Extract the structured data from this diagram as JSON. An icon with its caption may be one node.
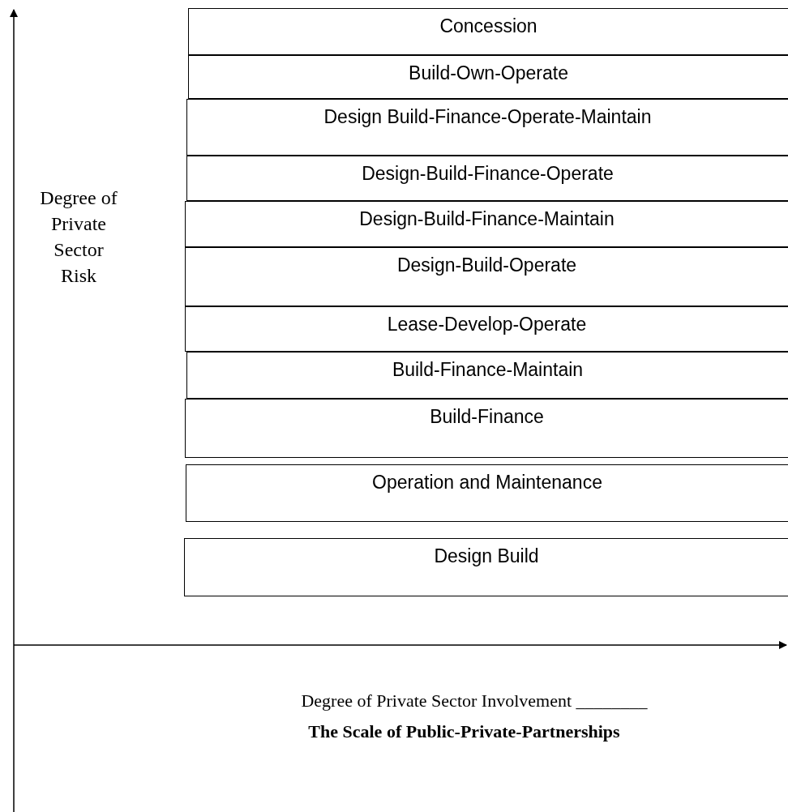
{
  "diagram": {
    "caption": "The Scale of Public-Private-Partnerships",
    "nodes": [
      {
        "text": [
          "Concession"
        ]
      },
      {
        "text": [
          "Build-Own-Operate"
        ]
      },
      {
        "text": [
          "Design Build-Finance-Operate-Maintain"
        ]
      },
      {
        "text": [
          "Design-Build-Finance-Operate"
        ]
      },
      {
        "text": [
          "Design-Build-Finance-Maintain"
        ]
      },
      {
        "text": [
          "Design-Build-Operate"
        ]
      },
      {
        "text": [
          "Lease-Develop-Operate"
        ]
      },
      {
        "text": [
          "Build-Finance-Maintain"
        ]
      },
      {
        "text": [
          "Build-Finance"
        ]
      },
      {
        "text": [
          "Operation and Maintenance"
        ]
      },
      {
        "text": [
          "Design Build"
        ]
      }
    ],
    "labels": [
      "Degree of Private Sector Risk",
      "Degree of Private Sector Involvement ________"
    ]
  }
}
